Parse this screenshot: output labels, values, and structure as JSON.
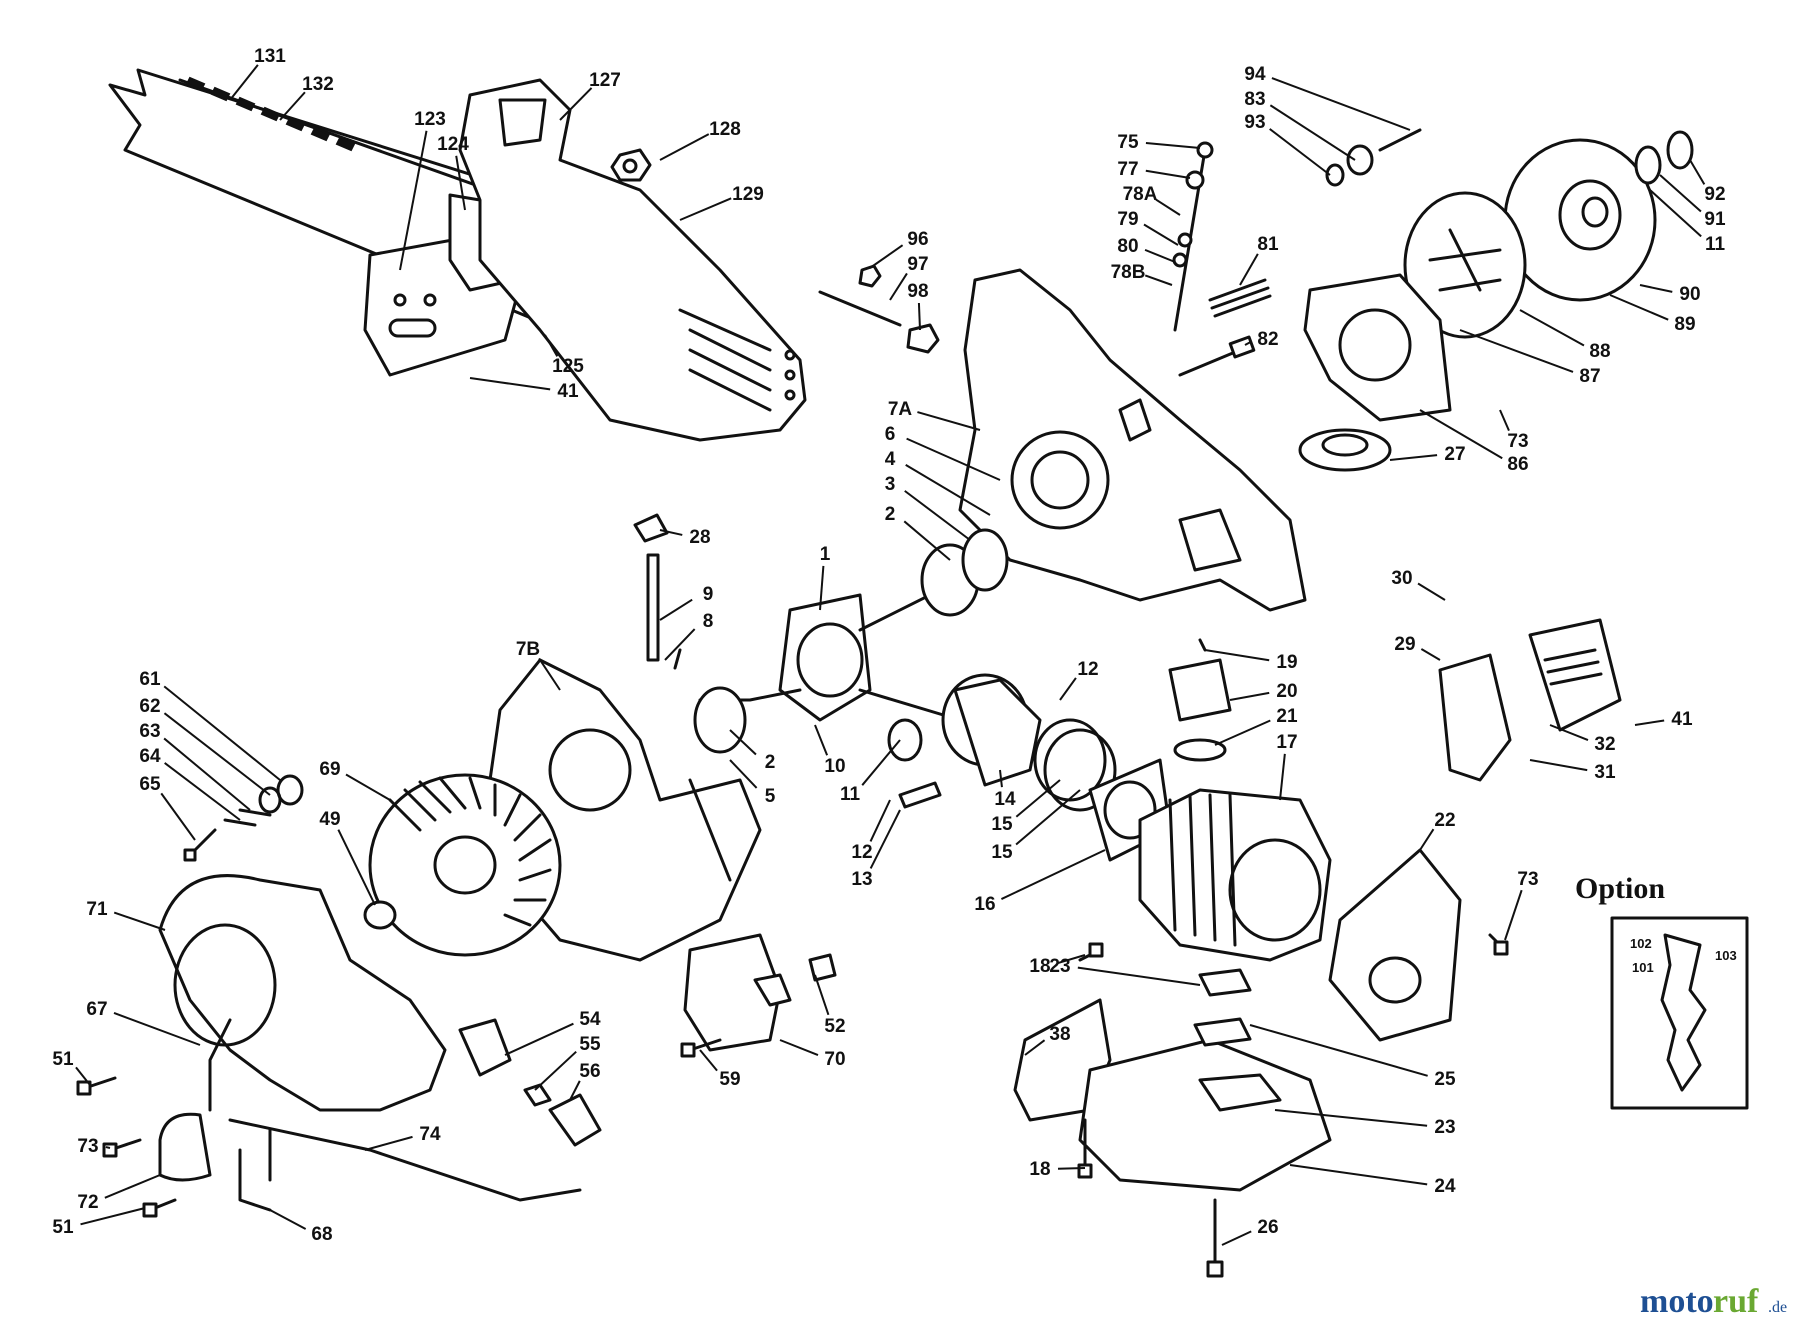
{
  "diagram": {
    "option_label": "Option",
    "option_parts": [
      "102",
      "101",
      "103"
    ],
    "callouts": [
      "131",
      "132",
      "127",
      "128",
      "123",
      "124",
      "129",
      "125",
      "41",
      "96",
      "97",
      "98",
      "75",
      "77",
      "78A",
      "79",
      "80",
      "78B",
      "81",
      "82",
      "94",
      "83",
      "93",
      "92",
      "91",
      "11",
      "90",
      "89",
      "88",
      "87",
      "86",
      "73",
      "27",
      "7A",
      "6",
      "4",
      "3",
      "2",
      "1",
      "28",
      "9",
      "8",
      "7B",
      "61",
      "62",
      "63",
      "64",
      "65",
      "69",
      "49",
      "10",
      "11",
      "12",
      "13",
      "14",
      "15",
      "15",
      "16",
      "2",
      "5",
      "12",
      "19",
      "20",
      "21",
      "17",
      "30",
      "29",
      "41",
      "32",
      "31",
      "22",
      "73",
      "71",
      "67",
      "51",
      "73",
      "72",
      "51",
      "68",
      "54",
      "55",
      "56",
      "74",
      "52",
      "70",
      "59",
      "18",
      "23",
      "38",
      "25",
      "18",
      "23",
      "24",
      "26"
    ]
  },
  "watermark": {
    "part1": "moto",
    "part2": "ruf",
    "suffix": ".de"
  }
}
